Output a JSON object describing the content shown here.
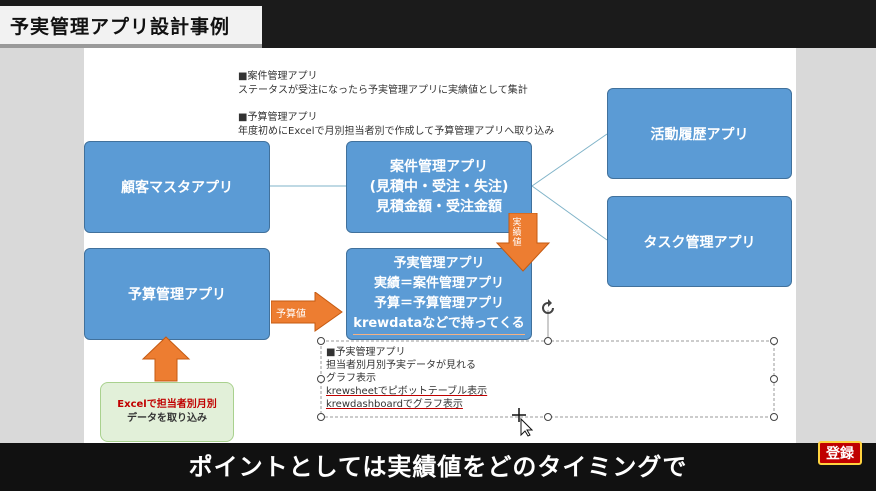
{
  "header": {
    "title": "予実管理アプリ設計事例"
  },
  "notes": {
    "anken_head": "■案件管理アプリ",
    "anken_body": "ステータスが受注になったら予実管理アプリに実績値として集計",
    "yosan_head": "■予算管理アプリ",
    "yosan_body": "年度初めにExcelで月別担当者別で作成して予算管理アプリへ取り込み"
  },
  "boxes": {
    "customer": "顧客マスタアプリ",
    "anken": [
      "案件管理アプリ",
      "(見積中・受注・失注)",
      "見積金額・受注金額"
    ],
    "activity": "活動履歴アプリ",
    "task": "タスク管理アプリ",
    "budget": "予算管理アプリ",
    "yojitsu": [
      "予実管理アプリ",
      "実績＝案件管理アプリ",
      "予算＝予算管理アプリ",
      "krewdataなどで持ってくる"
    ]
  },
  "arrows": {
    "actual_label": "実績値",
    "budget_label": "予算値"
  },
  "excel_box": [
    "Excelで担当者別月別",
    "データを取り込み"
  ],
  "textbox": {
    "head": "■予実管理アプリ",
    "line1": "担当者別月別予実データが見れる",
    "line2": "グラフ表示",
    "line3": "krewsheetでピボットテーブル表示",
    "line4": "krewdashboardでグラフ表示"
  },
  "subtitle": "ポイントとしては実績値をどのタイミングで",
  "badge": "登録",
  "colors": {
    "box": "#5b9bd5",
    "arrow": "#ed7d31",
    "excel_bg": "#e2f0d9",
    "excel_text": "#c00000"
  }
}
